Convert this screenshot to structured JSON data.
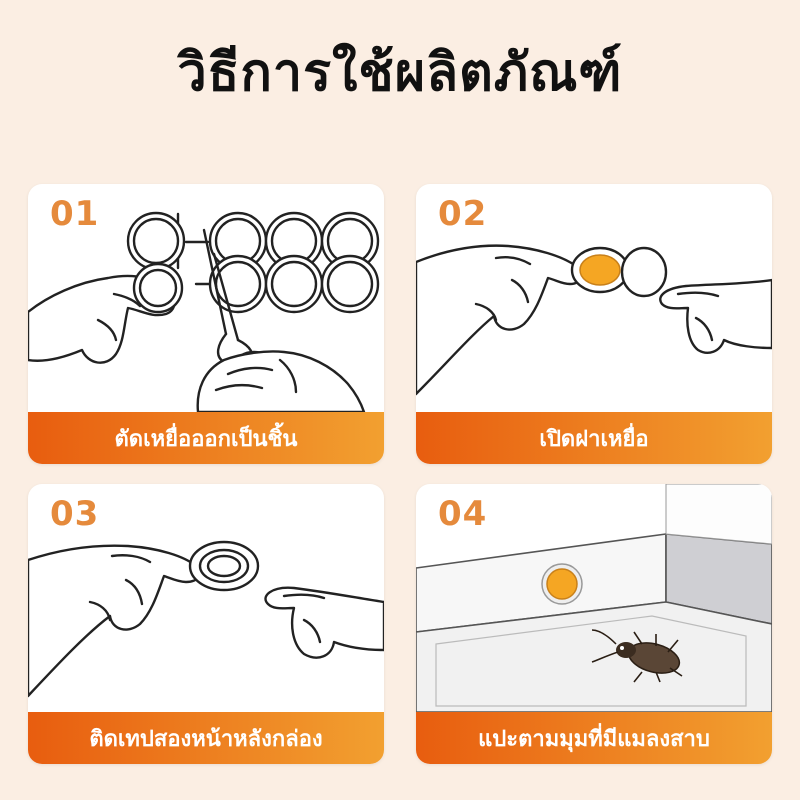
{
  "title": "วิธีการใช้ผลิตภัณฑ์",
  "steps": [
    {
      "number": "01",
      "label": "ตัดเหยื่อออกเป็นชิ้น"
    },
    {
      "number": "02",
      "label": "เปิดฝาเหยื่อ"
    },
    {
      "number": "03",
      "label": "ติดเทปสองหน้าหลังกล่อง"
    },
    {
      "number": "04",
      "label": "แปะตามมุมที่มีแมลงสาบ"
    }
  ],
  "colors": {
    "background": "#fbeee3",
    "number": "#e58a3c",
    "banner_start": "#e85d0f",
    "banner_end": "#f2a030",
    "bait": "#f5a623"
  }
}
